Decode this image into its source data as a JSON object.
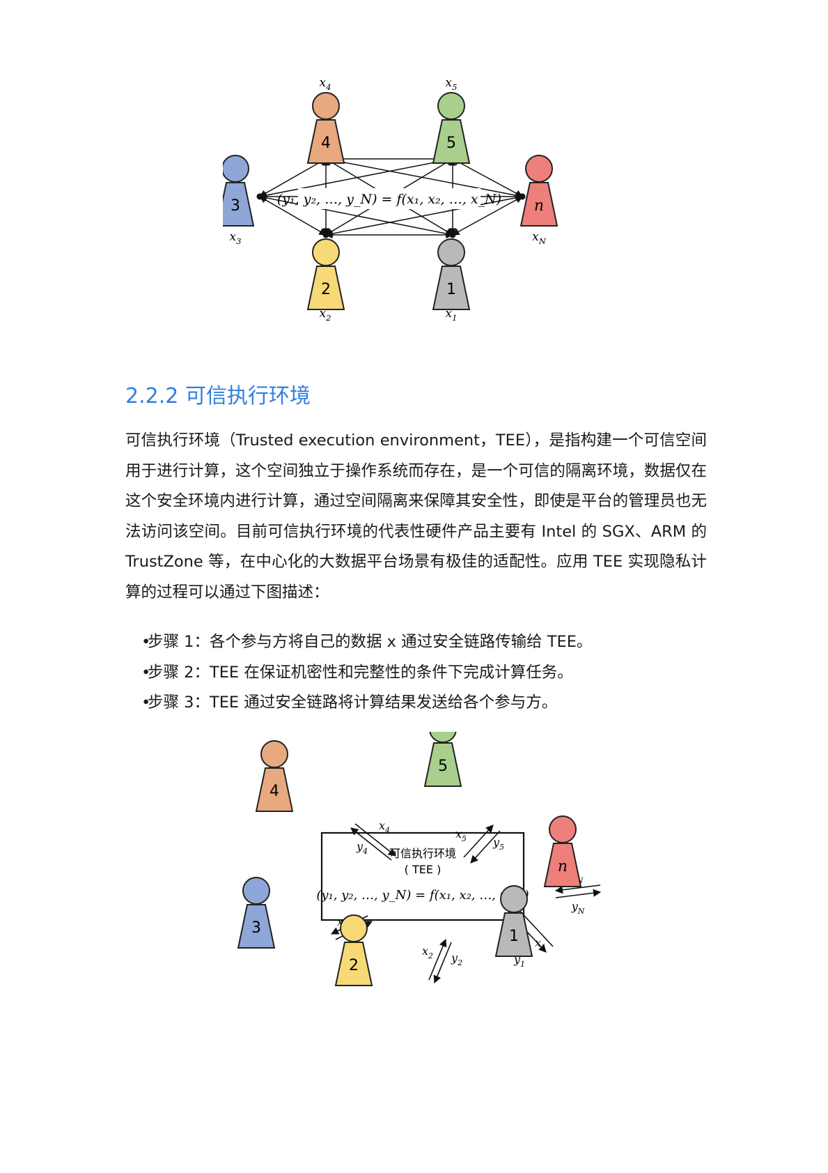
{
  "figure1": {
    "nodes": [
      {
        "id": "4",
        "label": "4",
        "var": "x",
        "sub": "4",
        "color": "#e8a97e"
      },
      {
        "id": "5",
        "label": "5",
        "var": "x",
        "sub": "5",
        "color": "#a9cf8d"
      },
      {
        "id": "3",
        "label": "3",
        "var": "x",
        "sub": "3",
        "color": "#8fa6d8"
      },
      {
        "id": "n",
        "label": "n",
        "var": "x",
        "sub": "N",
        "color": "#ef7f7a"
      },
      {
        "id": "2",
        "label": "2",
        "var": "x",
        "sub": "2",
        "color": "#f8d977"
      },
      {
        "id": "1",
        "label": "1",
        "var": "x",
        "sub": "1",
        "color": "#b9b9b9"
      }
    ],
    "formula": "(y₁, y₂, …, y_N) = f(x₁, x₂, …, x_N)"
  },
  "section": {
    "heading": "2.2.2 可信执行环境",
    "paragraph": "可信执行环境（Trusted execution environment，TEE），是指构建一个可信空间用于进行计算，这个空间独立于操作系统而存在，是一个可信的隔离环境，数据仅在这个安全环境内进行计算，通过空间隔离来保障其安全性，即使是平台的管理员也无法访问该空间。目前可信执行环境的代表性硬件产品主要有 Intel 的 SGX、ARM 的 TrustZone 等，在中心化的大数据平台场景有极佳的适配性。应用 TEE 实现隐私计算的过程可以通过下图描述：",
    "steps": [
      "步骤 1：各个参与方将自己的数据 x 通过安全链路传输给 TEE。",
      "步骤 2：TEE 在保证机密性和完整性的条件下完成计算任务。",
      "步骤 3：TEE 通过安全链路将计算结果发送给各个参与方。"
    ],
    "bullet": "•"
  },
  "figure2": {
    "box_title": "可信执行环境",
    "box_subtitle": "( TEE )",
    "formula": "(y₁, y₂, …, y_N) = f(x₁, x₂, …, x_N)"
  }
}
